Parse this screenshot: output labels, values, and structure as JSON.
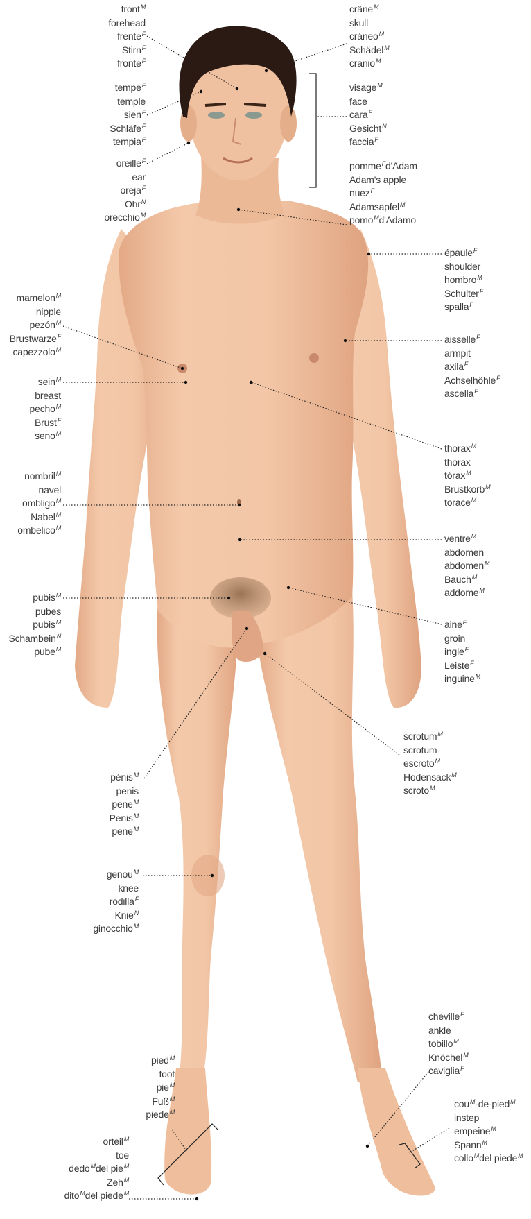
{
  "colors": {
    "skin": "#f1c4a3",
    "skin_shade": "#d9a07e",
    "hair": "#2b1a14",
    "leader": "#222222",
    "text": "#3b3b3b"
  },
  "labels": [
    {
      "id": "front",
      "side": "left",
      "lines": [
        {
          "t": "front",
          "g": "M"
        },
        {
          "t": "forehead"
        },
        {
          "t": "frente",
          "g": "F"
        },
        {
          "t": "Stirn",
          "g": "F"
        },
        {
          "t": "fronte",
          "g": "F"
        }
      ]
    },
    {
      "id": "temple",
      "side": "left",
      "lines": [
        {
          "t": "tempe",
          "g": "F"
        },
        {
          "t": "temple"
        },
        {
          "t": "sien",
          "g": "F"
        },
        {
          "t": "Schläfe",
          "g": "F"
        },
        {
          "t": "tempia",
          "g": "F"
        }
      ]
    },
    {
      "id": "ear",
      "side": "left",
      "lines": [
        {
          "t": "oreille",
          "g": "F"
        },
        {
          "t": "ear"
        },
        {
          "t": "oreja",
          "g": "F"
        },
        {
          "t": "Ohr",
          "g": "N"
        },
        {
          "t": "orecchio",
          "g": "M"
        }
      ]
    },
    {
      "id": "skull",
      "side": "right",
      "lines": [
        {
          "t": "crâne",
          "g": "M"
        },
        {
          "t": "skull"
        },
        {
          "t": "cráneo",
          "g": "M"
        },
        {
          "t": "Schädel",
          "g": "M"
        },
        {
          "t": "cranio",
          "g": "M"
        }
      ]
    },
    {
      "id": "face",
      "side": "right",
      "lines": [
        {
          "t": "visage",
          "g": "M"
        },
        {
          "t": "face"
        },
        {
          "t": "cara",
          "g": "F"
        },
        {
          "t": "Gesicht",
          "g": "N"
        },
        {
          "t": "faccia",
          "g": "F"
        }
      ]
    },
    {
      "id": "adams-apple",
      "side": "right",
      "lines": [
        {
          "t": "pomme",
          "g": "F",
          "s": "d'Adam"
        },
        {
          "t": "Adam's apple"
        },
        {
          "t": "nuez",
          "g": "F"
        },
        {
          "t": "Adamsapfel",
          "g": "M"
        },
        {
          "t": "pomo",
          "g": "M",
          "s": "d'Adamo"
        }
      ]
    },
    {
      "id": "shoulder",
      "side": "right",
      "lines": [
        {
          "t": "épaule",
          "g": "F"
        },
        {
          "t": "shoulder"
        },
        {
          "t": "hombro",
          "g": "M"
        },
        {
          "t": "Schulter",
          "g": "F"
        },
        {
          "t": "spalla",
          "g": "F"
        }
      ]
    },
    {
      "id": "nipple",
      "side": "left",
      "lines": [
        {
          "t": "mamelon",
          "g": "M"
        },
        {
          "t": "nipple"
        },
        {
          "t": "pezón",
          "g": "M"
        },
        {
          "t": "Brustwarze",
          "g": "F"
        },
        {
          "t": "capezzolo",
          "g": "M"
        }
      ]
    },
    {
      "id": "armpit",
      "side": "right",
      "lines": [
        {
          "t": "aisselle",
          "g": "F"
        },
        {
          "t": "armpit"
        },
        {
          "t": "axila",
          "g": "F"
        },
        {
          "t": "Achselhöhle",
          "g": "F"
        },
        {
          "t": "ascella",
          "g": "F"
        }
      ]
    },
    {
      "id": "breast",
      "side": "left",
      "lines": [
        {
          "t": "sein",
          "g": "M"
        },
        {
          "t": "breast"
        },
        {
          "t": "pecho",
          "g": "M"
        },
        {
          "t": "Brust",
          "g": "F"
        },
        {
          "t": "seno",
          "g": "M"
        }
      ]
    },
    {
      "id": "thorax",
      "side": "right",
      "lines": [
        {
          "t": "thorax",
          "g": "M"
        },
        {
          "t": "thorax"
        },
        {
          "t": "tórax",
          "g": "M"
        },
        {
          "t": "Brustkorb",
          "g": "M"
        },
        {
          "t": "torace",
          "g": "M"
        }
      ]
    },
    {
      "id": "navel",
      "side": "left",
      "lines": [
        {
          "t": "nombril",
          "g": "M"
        },
        {
          "t": "navel"
        },
        {
          "t": "ombligo",
          "g": "M"
        },
        {
          "t": "Nabel",
          "g": "M"
        },
        {
          "t": "ombelico",
          "g": "M"
        }
      ]
    },
    {
      "id": "abdomen",
      "side": "right",
      "lines": [
        {
          "t": "ventre",
          "g": "M"
        },
        {
          "t": "abdomen"
        },
        {
          "t": "abdomen",
          "g": "M"
        },
        {
          "t": "Bauch",
          "g": "M"
        },
        {
          "t": "addome",
          "g": "M"
        }
      ]
    },
    {
      "id": "pubis",
      "side": "left",
      "lines": [
        {
          "t": "pubis",
          "g": "M"
        },
        {
          "t": "pubes"
        },
        {
          "t": "pubis",
          "g": "M"
        },
        {
          "t": "Schambein",
          "g": "N"
        },
        {
          "t": "pube",
          "g": "M"
        }
      ]
    },
    {
      "id": "groin",
      "side": "right",
      "lines": [
        {
          "t": "aine",
          "g": "F"
        },
        {
          "t": "groin"
        },
        {
          "t": "ingle",
          "g": "F"
        },
        {
          "t": "Leiste",
          "g": "F"
        },
        {
          "t": "inguine",
          "g": "M"
        }
      ]
    },
    {
      "id": "scrotum",
      "side": "right",
      "lines": [
        {
          "t": "scrotum",
          "g": "M"
        },
        {
          "t": "scrotum"
        },
        {
          "t": "escroto",
          "g": "M"
        },
        {
          "t": "Hodensack",
          "g": "M"
        },
        {
          "t": "scroto",
          "g": "M"
        }
      ]
    },
    {
      "id": "penis",
      "side": "left",
      "lines": [
        {
          "t": "pénis",
          "g": "M"
        },
        {
          "t": "penis"
        },
        {
          "t": "pene",
          "g": "M"
        },
        {
          "t": "Penis",
          "g": "M"
        },
        {
          "t": "pene",
          "g": "M"
        }
      ]
    },
    {
      "id": "knee",
      "side": "left",
      "lines": [
        {
          "t": "genou",
          "g": "M"
        },
        {
          "t": "knee"
        },
        {
          "t": "rodilla",
          "g": "F"
        },
        {
          "t": "Knie",
          "g": "N"
        },
        {
          "t": "ginocchio",
          "g": "M"
        }
      ]
    },
    {
      "id": "ankle",
      "side": "right",
      "lines": [
        {
          "t": "cheville",
          "g": "F"
        },
        {
          "t": "ankle"
        },
        {
          "t": "tobillo",
          "g": "M"
        },
        {
          "t": "Knöchel",
          "g": "M"
        },
        {
          "t": "caviglia",
          "g": "F"
        }
      ]
    },
    {
      "id": "foot",
      "side": "left",
      "lines": [
        {
          "t": "pied",
          "g": "M"
        },
        {
          "t": "foot"
        },
        {
          "t": "pie",
          "g": "M"
        },
        {
          "t": "Fuß",
          "g": "M"
        },
        {
          "t": "piede",
          "g": "M"
        }
      ]
    },
    {
      "id": "instep",
      "side": "right",
      "lines": [
        {
          "t": "cou",
          "g": "M",
          "s": "-de-pied",
          "gs": "M"
        },
        {
          "t": "instep"
        },
        {
          "t": "empeine",
          "g": "M"
        },
        {
          "t": "Spann",
          "g": "M"
        },
        {
          "t": "collo",
          "g": "M",
          "s": "del piede",
          "gs": "M"
        }
      ]
    },
    {
      "id": "toe",
      "side": "left",
      "lines": [
        {
          "t": "orteil",
          "g": "M"
        },
        {
          "t": "toe"
        },
        {
          "t": "dedo",
          "g": "M",
          "s": "del pie",
          "gs": "M"
        },
        {
          "t": "Zeh",
          "g": "M"
        },
        {
          "t": "dito",
          "g": "M",
          "s": "del piede",
          "gs": "M"
        }
      ]
    }
  ]
}
